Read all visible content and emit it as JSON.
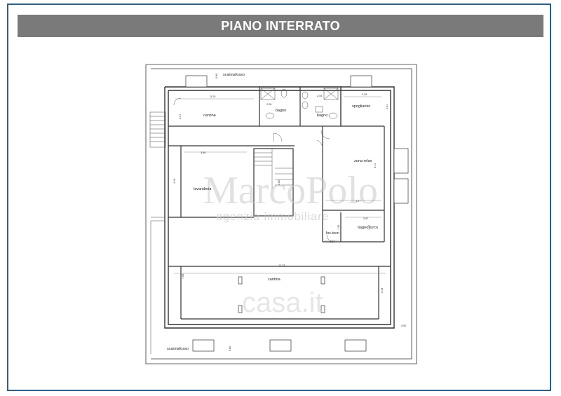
{
  "title": "PIANO INTERRATO",
  "rooms": {
    "cantina_top": "cantina",
    "bagno_1": "bagno",
    "bagno_2": "bagno",
    "spogliatoio": "spogliatoio",
    "lavanderia": "lavanderia",
    "zona_relax": "zona relax",
    "loc_tecn": "loc.tecn",
    "bagno_turco": "bagno turco",
    "cantina_bottom": "cantina"
  },
  "labels": {
    "scannafosso_top": "scannafosso",
    "scannafosso_bottom": "scannafosso"
  },
  "dimensions": {
    "d_080_top": "0.80",
    "d_529": "5.29",
    "d_337": "3.37",
    "d_226": "2.26",
    "d_205": "2.05",
    "d_326": "3.26",
    "d_201": "2.01",
    "d_386": "3.86",
    "d_416": "4.16",
    "d_280": "2.80",
    "d_511": "5.11",
    "d_497": "4.97",
    "d_267": "2.67",
    "d_187": "1.87",
    "d_130": "1.30",
    "d_150": "1.50",
    "d_1223": "12.23",
    "d_708": "7.08",
    "d_543": "5.43",
    "d_090_right": "0.90",
    "d_080_bottom": "0.80"
  },
  "watermarks": {
    "brand": "MarcoPolo",
    "brand_sub": "agenzia immobiliare",
    "site": "casa.it"
  },
  "colors": {
    "frame_border": "#2f5f86",
    "title_bar": "#7a7a7a",
    "title_text": "#ffffff",
    "walls": "#333333"
  }
}
